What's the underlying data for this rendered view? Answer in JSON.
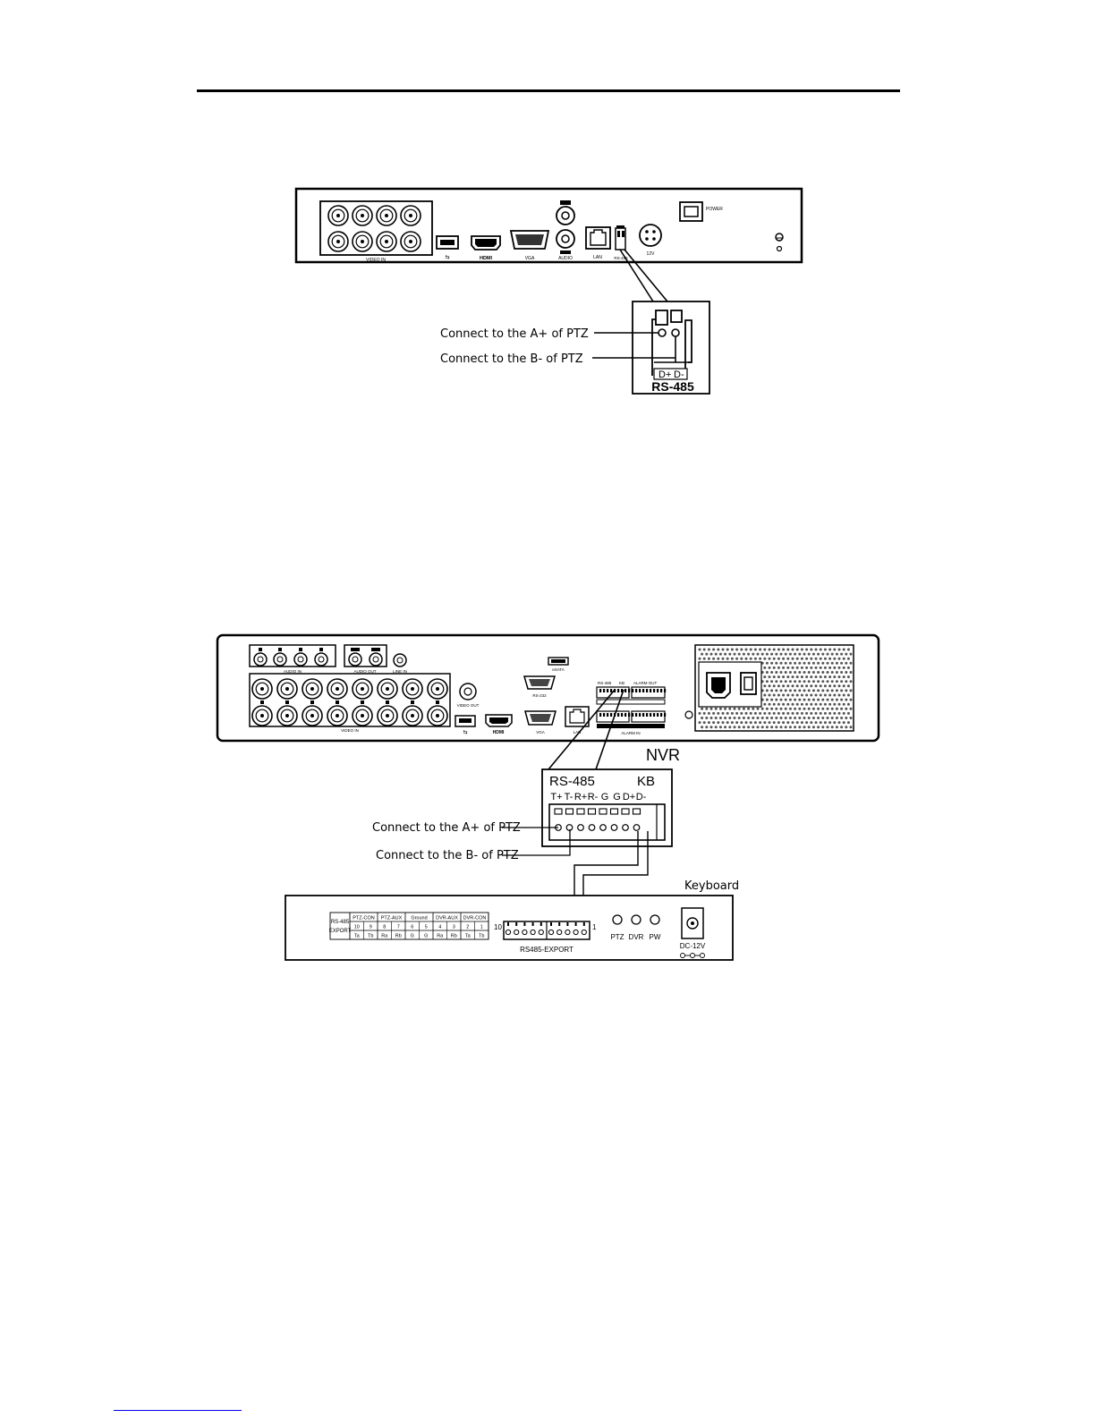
{
  "figure1": {
    "labels": {
      "video_in": "VIDEO IN",
      "vga": "VGA",
      "audio": "AUDIO",
      "lan": "LAN",
      "rs485_small": "RS-485",
      "power_12v": "12V",
      "power": "POWER",
      "hdmi": "HDMI"
    },
    "zoom": {
      "title": "RS-485",
      "pins": [
        "D+",
        "D-"
      ]
    },
    "callouts": [
      "Connect to the A+ of PTZ",
      "Connect to the B- of PTZ"
    ]
  },
  "figure2": {
    "labels": {
      "audio_in": "AUDIO IN",
      "audio_out": "AUDIO OUT",
      "line_in": "LINE IN",
      "video_in": "VIDEO IN",
      "video_out": "VIDEO OUT",
      "esata": "eSATA",
      "rs232": "RS-232",
      "vga": "VGA",
      "lan": "LAN",
      "rs485": "RS-485",
      "kb": "KB",
      "alarm_out": "ALARM OUT",
      "alarm_in": "ALARM IN",
      "hdmi": "HDMI"
    },
    "nvr_label": "NVR",
    "zoom": {
      "title_left": "RS-485",
      "title_right": "KB",
      "pins": [
        "T+",
        "T-",
        "R+",
        "R-",
        "G",
        "G",
        "D+",
        "D-"
      ]
    },
    "callouts": [
      "Connect to the A+ of PTZ",
      "Connect to the B- of PTZ"
    ],
    "keyboard": {
      "label": "Keyboard",
      "table_side": [
        "RS-485",
        "EXPORT"
      ],
      "table_cols": [
        {
          "group": "PTZ-CON",
          "nums": [
            "10",
            "9"
          ],
          "sig": [
            "Ta",
            "Tb"
          ]
        },
        {
          "group": "PTZ-AUX",
          "nums": [
            "8",
            "7"
          ],
          "sig": [
            "Ra",
            "Rb"
          ]
        },
        {
          "group": "Ground",
          "nums": [
            "6",
            "5"
          ],
          "sig": [
            "G",
            "G"
          ]
        },
        {
          "group": "DVR-AUX",
          "nums": [
            "4",
            "3"
          ],
          "sig": [
            "Ra",
            "Rb"
          ]
        },
        {
          "group": "DVR-CON",
          "nums": [
            "2",
            "1"
          ],
          "sig": [
            "Ta",
            "Tb"
          ]
        }
      ],
      "terminal_left_num": "10",
      "terminal_right_num": "1",
      "terminal_label": "RS485-EXPORT",
      "leds": [
        "PTZ",
        "DVR",
        "PW"
      ],
      "dc_label": "DC-12V"
    }
  }
}
